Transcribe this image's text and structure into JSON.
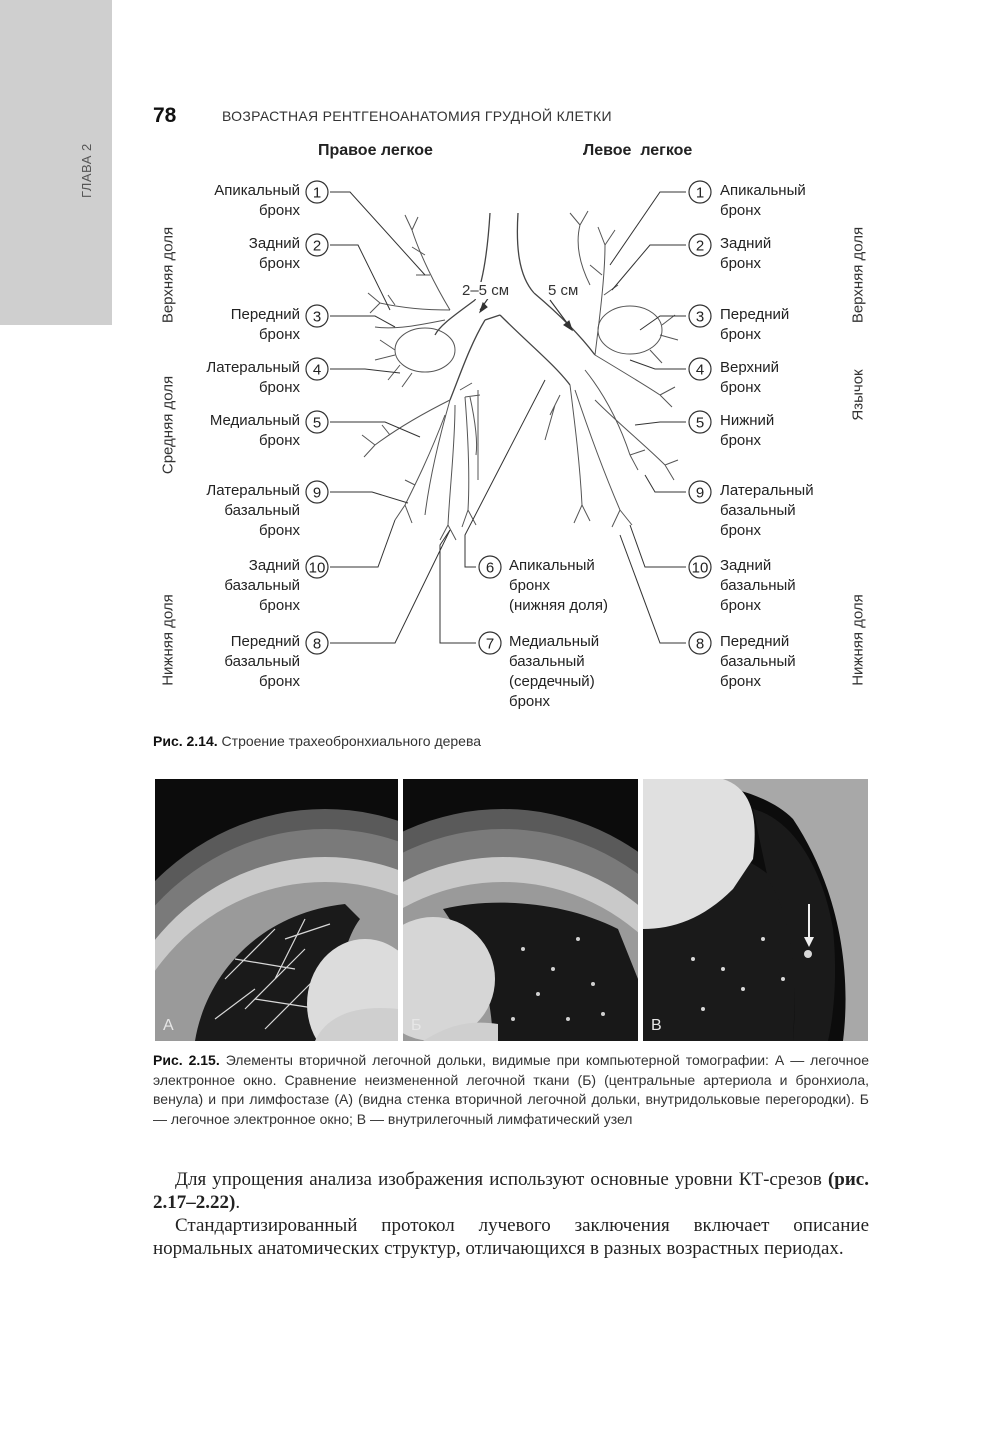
{
  "chapter_tab": "ГЛАВА 2",
  "page_number": "78",
  "running_head": "ВОЗРАСТНАЯ РЕНТГЕНОАНАТОМИЯ ГРУДНОЙ КЛЕТКИ",
  "figure_214": {
    "right_lung_title": "Правое легкое",
    "left_lung_title": "Левое  легкое",
    "measure_right": "2–5 см",
    "measure_left": "5 см",
    "lobes_left_side": [
      "Верхняя доля",
      "Средняя доля",
      "Нижняя доля"
    ],
    "lobes_right_side": [
      "Верхняя доля",
      "Язычок",
      "Нижняя доля"
    ],
    "right_bronchi": [
      {
        "num": "1",
        "lines": [
          "Апикальный",
          "бронх"
        ]
      },
      {
        "num": "2",
        "lines": [
          "Задний",
          "бронх"
        ]
      },
      {
        "num": "3",
        "lines": [
          "Передний",
          "бронх"
        ]
      },
      {
        "num": "4",
        "lines": [
          "Латеральный",
          "бронх"
        ]
      },
      {
        "num": "5",
        "lines": [
          "Медиальный",
          "бронх"
        ]
      },
      {
        "num": "9",
        "lines": [
          "Латеральный",
          "базальный",
          "бронх"
        ]
      },
      {
        "num": "10",
        "lines": [
          "Задний",
          "базальный",
          "бронх"
        ]
      },
      {
        "num": "8",
        "lines": [
          "Передний",
          "базальный",
          "бронх"
        ]
      }
    ],
    "left_bronchi": [
      {
        "num": "1",
        "lines": [
          "Апикальный",
          "бронх"
        ]
      },
      {
        "num": "2",
        "lines": [
          "Задний",
          "бронх"
        ]
      },
      {
        "num": "3",
        "lines": [
          "Передний",
          "бронх"
        ]
      },
      {
        "num": "4",
        "lines": [
          "Верхний",
          "бронх"
        ]
      },
      {
        "num": "5",
        "lines": [
          "Нижний",
          "бронх"
        ]
      },
      {
        "num": "9",
        "lines": [
          "Латеральный",
          "базальный",
          "бронх"
        ]
      },
      {
        "num": "10",
        "lines": [
          "Задний",
          "базальный",
          "бронх"
        ]
      },
      {
        "num": "8",
        "lines": [
          "Передний",
          "базальный",
          "бронх"
        ]
      }
    ],
    "center_bronchi": [
      {
        "num": "6",
        "lines": [
          "Апикальный",
          "бронх",
          "(нижняя доля)"
        ]
      },
      {
        "num": "7",
        "lines": [
          "Медиальный",
          "базальный",
          "(сердечный)",
          "бронх"
        ]
      }
    ],
    "caption_label": "Рис. 2.14.",
    "caption_text": " Строение трахеобронхиального дерева"
  },
  "figure_215": {
    "panel_letters": [
      "А",
      "Б",
      "В"
    ],
    "caption_label": "Рис. 2.15.",
    "caption_text": " Элементы вторичной легочной дольки, видимые при компьютерной томографии: А — легочное электронное окно. Сравнение неизмененной легочной ткани (Б) (центральные артериола и бронхиола, венула) и при лимфостазе (А) (видна стенка вторичной легочной дольки, внутридольковые перегородки). Б — легочное электронное окно; В — внутрилегочный лимфатический узел"
  },
  "paragraphs": [
    {
      "text": "Для упрощения анализа изображения используют основные уровни КТ-срезов ",
      "bold": "(рис. 2.17–2.22)",
      "tail": "."
    },
    {
      "text": "Стандартизированный протокол лучевого заключения включает описание нормальных анатомических структур, отличающихся в разных возрастных периодах.",
      "bold": "",
      "tail": ""
    }
  ]
}
